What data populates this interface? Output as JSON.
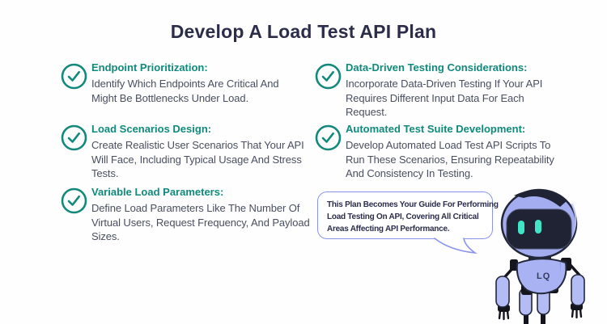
{
  "title": "Develop A Load Test API Plan",
  "checklist": {
    "left": [
      {
        "heading": "Endpoint Prioritization:",
        "body": "Identify Which Endpoints Are Critical And\nMight Be Bottlenecks Under Load."
      },
      {
        "heading": "Load Scenarios Design:",
        "body": "Create Realistic User Scenarios That Your API\nWill Face, Including Typical Usage And Stress\nTests."
      },
      {
        "heading": "Variable Load Parameters:",
        "body": "Define Load Parameters Like The Number Of\nVirtual Users, Request Frequency, And Payload\nSizes."
      }
    ],
    "right": [
      {
        "heading": "Data-Driven Testing Considerations:",
        "body": "Incorporate Data-Driven Testing If Your API\nRequires Different Input Data For Each\nRequest."
      },
      {
        "heading": "Automated Test Suite Development:",
        "body": "Develop Automated Load Test API Scripts To\nRun These Scenarios, Ensuring Repeatability\nAnd Consistency In Testing."
      }
    ]
  },
  "speech_bubble": {
    "text": "This Plan Becomes Your Guide For Performing\nLoad Testing On API, Covering All Critical\nAreas Affecting API Performance."
  },
  "robot": {
    "logo": "LQ"
  },
  "colors": {
    "accent_teal": "#0f8a7b",
    "title_navy": "#2b2d4b",
    "body_gray": "#4a4f60",
    "bubble_border": "#8a94ee",
    "robot_periwinkle": "#a5aef1",
    "robot_dark": "#1f2333",
    "eye_teal": "#3fe5c6"
  }
}
